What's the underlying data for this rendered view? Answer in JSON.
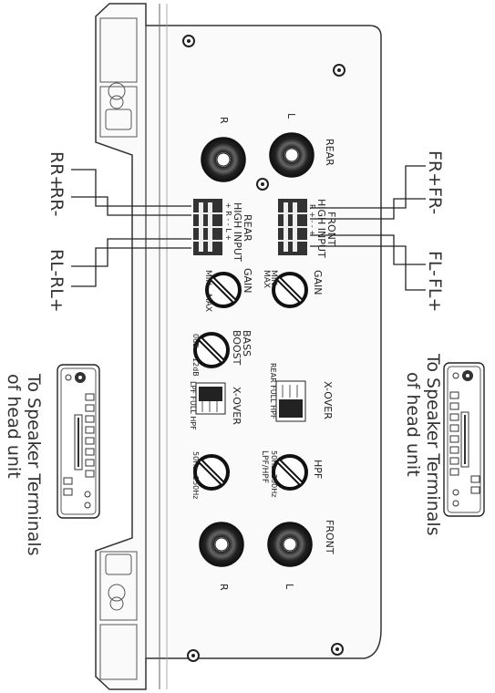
{
  "labels": {
    "rear": "REAR",
    "front": "FRONT",
    "r": "R",
    "l": "L",
    "gain": "GAIN",
    "min": "MIN",
    "max": "MAX",
    "bass_boost_1": "BASS",
    "bass_boost_2": "BOOST",
    "db0": "0dB",
    "db12": "12dB",
    "xover": "X-OVER",
    "hpf": "HPF",
    "lpf_hpf": "LPF/HPF",
    "front_xover_opts": "REAR FULL HPF",
    "rear_xover_opts": "LPF FULL HPF",
    "hz50": "50Hz",
    "hz250": "250Hz",
    "front_high_input_1": "FRONT",
    "high_input": "HIGH INPUT",
    "rear_high_input_1": "REAR",
    "front_term": "R   +   -   -   +",
    "rear_term": "+   R   -   -   L   +",
    "fr_plus": "FR+",
    "fr_minus": "FR-",
    "fl_minus": "FL-",
    "fl_plus": "FL+",
    "rr_plus": "RR+",
    "rr_minus": "RR-",
    "rl_minus": "RL-",
    "rl_plus": "RL+",
    "speaker_1": "To Speaker Terminals",
    "speaker_2": "of head unit"
  }
}
